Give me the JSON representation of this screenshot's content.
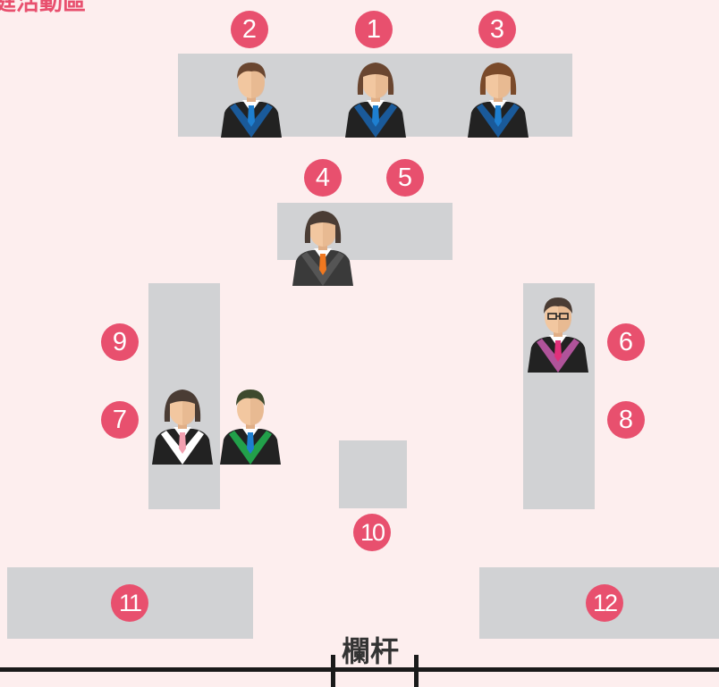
{
  "title": "庭活動區",
  "colors": {
    "background": "#fdeeee",
    "badge": "#e8506e",
    "table": "#d1d2d4",
    "rail": "#1a1a1a"
  },
  "badges": {
    "b1": "1",
    "b2": "2",
    "b3": "3",
    "b4": "4",
    "b5": "5",
    "b6": "6",
    "b7": "7",
    "b8": "8",
    "b9": "9",
    "b10": "10",
    "b11": "11",
    "b12": "12"
  },
  "rail_label": "欄杆",
  "people": [
    {
      "id": "judge-presiding",
      "robe": "#222",
      "trim": "#1a5a9a",
      "tie": "#1e7fd0",
      "hair": "#6a4630",
      "gender": "f"
    },
    {
      "id": "judge-left",
      "robe": "#222",
      "trim": "#1a5a9a",
      "tie": "#1e7fd0",
      "hair": "#6a4630",
      "gender": "m"
    },
    {
      "id": "judge-right",
      "robe": "#222",
      "trim": "#1a5a9a",
      "tie": "#1e7fd0",
      "hair": "#7a4a2a",
      "gender": "f"
    },
    {
      "id": "clerk",
      "robe": "#3a3a3a",
      "trim": "#555",
      "tie": "#f07820",
      "hair": "#4a3c34",
      "gender": "f"
    },
    {
      "id": "prosecutor",
      "robe": "#222",
      "trim": "#b0539a",
      "tie": "#e0307a",
      "hair": "#4a3c34",
      "gender": "m-glasses"
    },
    {
      "id": "defense-attorney-1",
      "robe": "#222",
      "trim": "#ffffff",
      "tie": "#f2a0b0",
      "hair": "#4a3c34",
      "gender": "f"
    },
    {
      "id": "defense-attorney-2",
      "robe": "#222",
      "trim": "#22a04a",
      "tie": "#1e7fd0",
      "hair": "#3e4a2e",
      "gender": "m"
    }
  ]
}
